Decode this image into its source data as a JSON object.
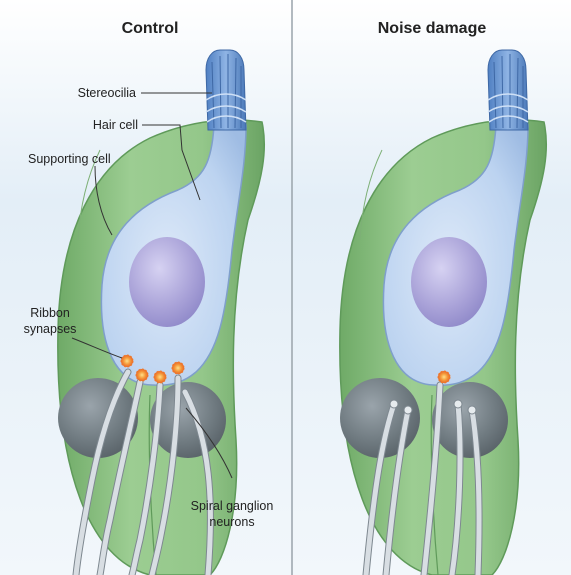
{
  "panels": {
    "left": {
      "title": "Control"
    },
    "right": {
      "title": "Noise damage"
    }
  },
  "labels": {
    "stereocilia": "Stereocilia",
    "hair_cell": "Hair cell",
    "supporting_cell": "Supporting cell",
    "ribbon_line1": "Ribbon",
    "ribbon_line2": "synapses",
    "spiral_line1": "Spiral ganglion",
    "spiral_line2": "neurons"
  },
  "colors": {
    "background_left": "#e4f0f8",
    "supporting_cell": "#8fc386",
    "supporting_cell_edge": "#5f9a5a",
    "hair_cell": "#bcd4f0",
    "hair_cell_edge": "#7f9fcb",
    "nucleus": "#a9a2d8",
    "stereocilia": "#5f8fce",
    "ganglion": "#6f7a80",
    "neuron": "#cfd6dc",
    "synapse": "#f07a2a",
    "divider": "#9aa4ab"
  }
}
